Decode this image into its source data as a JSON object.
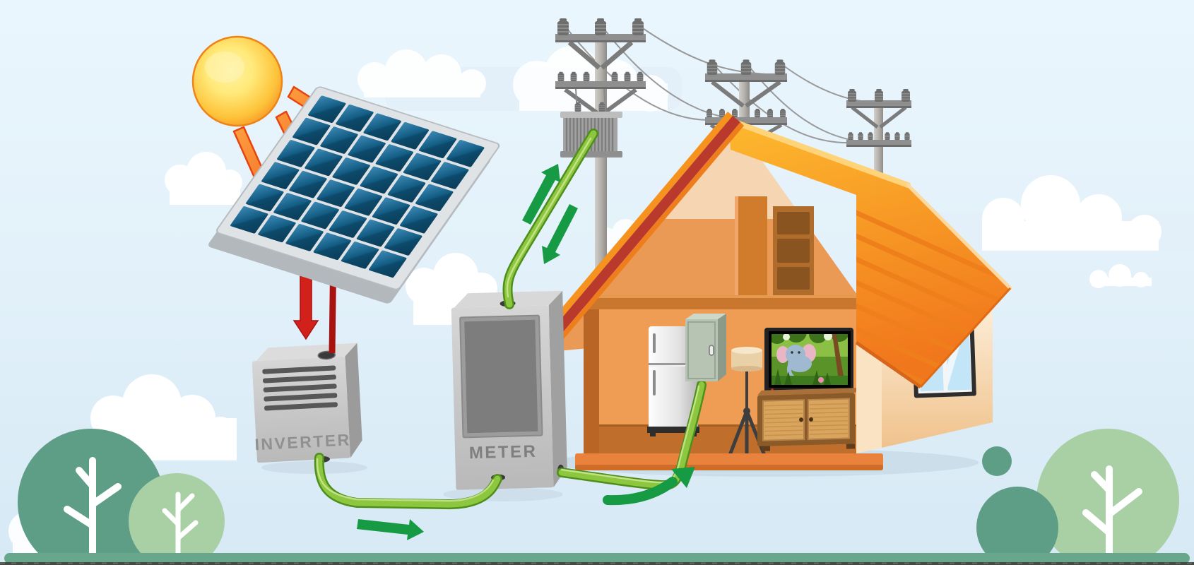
{
  "labels": {
    "inverter": "INVERTER",
    "meter": "METER"
  },
  "diagram": {
    "type": "solar-energy-system-illustration",
    "nodes": [
      {
        "id": "sun"
      },
      {
        "id": "solar-panel",
        "cells_rows": 6,
        "cells_cols": 6
      },
      {
        "id": "inverter",
        "label": "INVERTER"
      },
      {
        "id": "meter",
        "label": "METER"
      },
      {
        "id": "transformer"
      },
      {
        "id": "utility-poles",
        "count": 3
      },
      {
        "id": "house",
        "rooms": [
          "attic",
          "living-room"
        ],
        "objects": [
          "refrigerator",
          "breaker-box",
          "floor-lamp",
          "tv",
          "cabinet",
          "window"
        ]
      },
      {
        "id": "trees",
        "left_count": 2,
        "right_count": 3
      }
    ],
    "flows": [
      {
        "from": "sun",
        "to": "solar-panel",
        "arrows": 3,
        "color_name": "orange"
      },
      {
        "from": "solar-panel",
        "to": "inverter",
        "cable": "dc",
        "color_name": "red",
        "arrows": 1
      },
      {
        "from": "inverter",
        "to": "meter",
        "cable": "ac",
        "color_name": "green",
        "arrows": 1
      },
      {
        "from": "meter",
        "to": "house",
        "cable": "ac",
        "color_name": "green",
        "arrows": 1
      },
      {
        "from": "meter",
        "to": "transformer",
        "cable": "ac",
        "color_name": "green",
        "arrows": 2,
        "direction": "bidirectional"
      }
    ]
  },
  "colors": {
    "sky": "#e9f5fd",
    "sky_low": "#d6e9f5",
    "cloud": "#ffffff",
    "sun_core": "#ffec80",
    "sun_edge": "#f2801e",
    "sun_ray": "#f6791f",
    "panel_cell": "#135d84",
    "panel_frame": "#dfe3e6",
    "dc_cable_red": "#a81310",
    "dc_arrow_red": "#d2201a",
    "device_gray": "#c7c7c7",
    "label_gray": "#8a8a8a",
    "ac_cable_green": "#8dc63f",
    "ac_cable_dark": "#4e8f1c",
    "flow_arrow_green": "#169a44",
    "roof_orange": "#f6921e",
    "roof_stripe": "#ee7f1b",
    "gable_red": "#b93a2c",
    "wall_cream": "#f8dfbe",
    "interior_orange": "#ef9d55",
    "floor_brown": "#c06e2b",
    "pole_gray": "#9a9a9a",
    "wire_gray": "#999999",
    "tree_dark": "#5f9e86",
    "tree_light": "#a9cfa4",
    "ground_green": "#67a88c"
  }
}
